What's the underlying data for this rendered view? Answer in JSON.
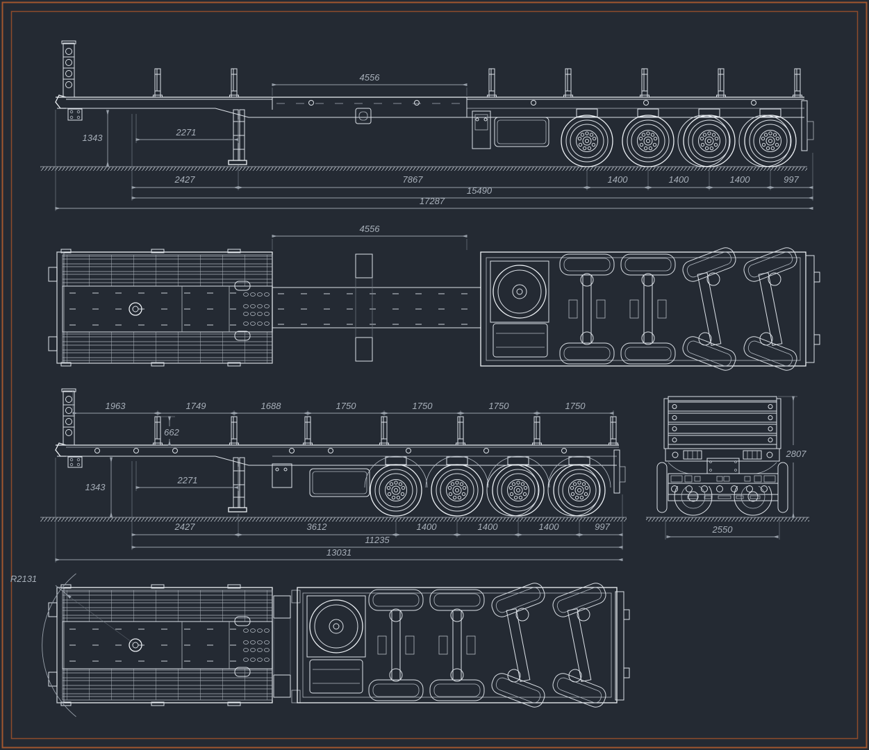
{
  "drawing": {
    "kind": "technical-blueprint",
    "colors": {
      "background": "#242a33",
      "frame_outer": "#a2572f",
      "frame_inner": "#8f4c2c",
      "line": "#dde2e8",
      "dim_line": "#98a0aa",
      "dim_text": "#a7afb9"
    },
    "views": {
      "side_extended": {
        "dims": {
          "extension": "4556",
          "deck_height": "1343",
          "neck_length": "2271",
          "kingpin_to_leg": "2427",
          "leg_to_first_axle": "7867",
          "axle_spacing_1": "1400",
          "axle_spacing_2": "1400",
          "axle_spacing_3": "1400",
          "rear_overhang": "997",
          "kingpin_to_rear": "15490",
          "overall_length": "17287"
        }
      },
      "plan_extended": {
        "dims": {
          "extension": "4556"
        }
      },
      "side_retracted": {
        "dims": {
          "stake_1": "1963",
          "stake_2": "1749",
          "stake_3": "1688",
          "stake_4": "1750",
          "stake_5": "1750",
          "stake_6": "1750",
          "stake_7": "1750",
          "stake_height": "662",
          "deck_height": "1343",
          "neck_length": "2271",
          "kingpin_to_leg": "2427",
          "leg_to_first_axle": "3612",
          "axle_spacing_1": "1400",
          "axle_spacing_2": "1400",
          "axle_spacing_3": "1400",
          "rear_overhang": "997",
          "kingpin_to_rear": "11235",
          "overall_length": "13031"
        }
      },
      "rear": {
        "dims": {
          "overall_height": "2807",
          "overall_width": "2550"
        }
      },
      "plan_retracted": {
        "dims": {
          "kingpin_radius": "R2131"
        }
      }
    }
  }
}
